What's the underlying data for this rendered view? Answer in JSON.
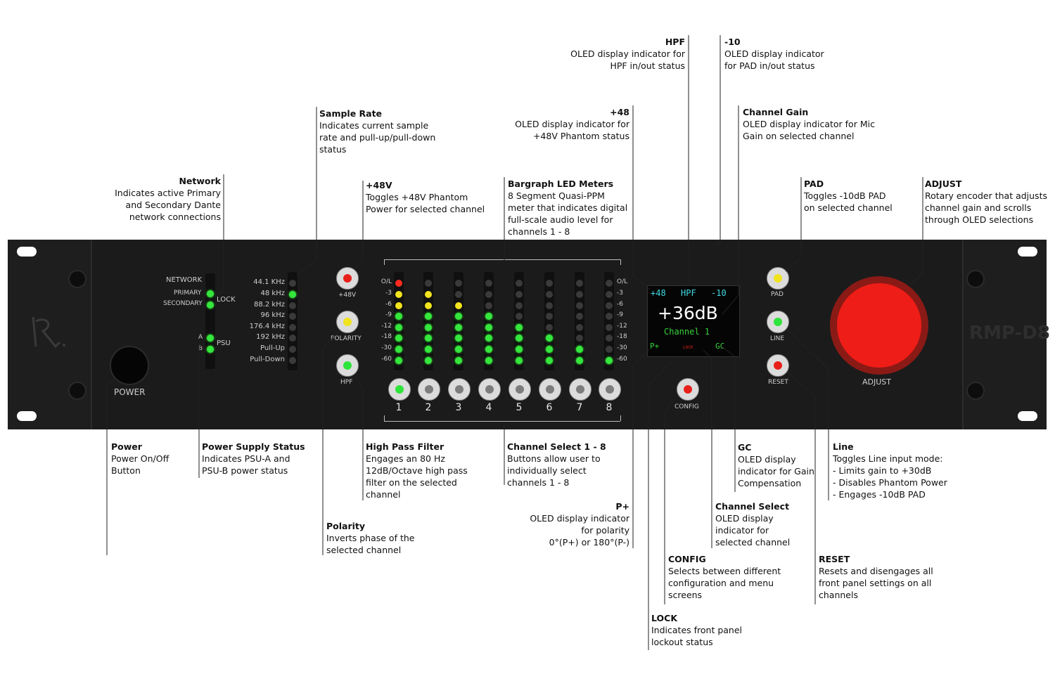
{
  "callouts": {
    "network": {
      "title": "Network",
      "lines": [
        "Indicates active Primary",
        "and Secondary Dante",
        "network connections"
      ]
    },
    "sample_rate": {
      "title": "Sample Rate",
      "lines": [
        "Indicates current sample",
        "rate and pull-up/pull-down",
        "status"
      ]
    },
    "p48v": {
      "title": "+48V",
      "lines": [
        "Toggles +48V Phantom",
        "Power for selected channel"
      ]
    },
    "bargraph": {
      "title": "Bargraph LED Meters",
      "lines": [
        "8 Segment Quasi-PPM",
        "meter that indicates digital",
        "full-scale audio level for",
        "channels 1 - 8"
      ]
    },
    "oled48": {
      "title": "+48",
      "lines": [
        "OLED display indicator for",
        "+48V Phantom status"
      ]
    },
    "hpf_top": {
      "title": "HPF",
      "lines": [
        "OLED display indicator for",
        "HPF in/out status"
      ]
    },
    "minus10": {
      "title": "-10",
      "lines": [
        "OLED display indicator",
        "for PAD in/out status"
      ]
    },
    "channel_gain": {
      "title": "Channel Gain",
      "lines": [
        "OLED display indicator for Mic",
        "Gain on selected channel"
      ]
    },
    "pad": {
      "title": "PAD",
      "lines": [
        "Toggles -10dB PAD",
        "on selected channel"
      ]
    },
    "adjust": {
      "title": "ADJUST",
      "lines": [
        "Rotary encoder that adjusts",
        "channel gain and scrolls",
        "through OLED selections"
      ]
    },
    "power": {
      "title": "Power",
      "lines": [
        "Power On/Off",
        "Button"
      ]
    },
    "psu": {
      "title": "Power Supply Status",
      "lines": [
        "Indicates PSU-A and",
        "PSU-B power status"
      ]
    },
    "hpf_bottom": {
      "title": "High Pass Filter",
      "lines": [
        "Engages an 80 Hz",
        "12dB/Octave high pass",
        "filter on the selected",
        "channel"
      ]
    },
    "chsel18": {
      "title": "Channel Select 1 - 8",
      "lines": [
        "Buttons allow user to",
        "individually select",
        "channels 1 - 8"
      ]
    },
    "gc": {
      "title": "GC",
      "lines": [
        "OLED display",
        "indicator for Gain",
        "Compensation"
      ]
    },
    "line": {
      "title": "Line",
      "lines": [
        "Toggles Line input mode:",
        "- Limits gain to +30dB",
        "- Disables Phantom Power",
        "- Engages -10dB PAD"
      ]
    },
    "polarity": {
      "title": "Polarity",
      "lines": [
        "Inverts phase of the",
        "selected channel"
      ]
    },
    "pplus": {
      "title": "P+",
      "lines": [
        "OLED display indicator",
        "for polarity",
        "0°(P+) or 180°(P-)"
      ]
    },
    "chsel_oled": {
      "title": "Channel Select",
      "lines": [
        "OLED display",
        "indicator for",
        "selected channel"
      ]
    },
    "config": {
      "title": "CONFIG",
      "lines": [
        "Selects between different",
        "configuration and menu",
        "screens"
      ]
    },
    "reset": {
      "title": "RESET",
      "lines": [
        "Resets and disengages all",
        "front panel settings on all",
        "channels"
      ]
    },
    "lock": {
      "title": "LOCK",
      "lines": [
        "Indicates front panel",
        "lockout status"
      ]
    }
  },
  "panel": {
    "model": "RMP-D8",
    "power_label": "POWER",
    "network_label": "NETWORK",
    "primary_label": "PRIMARY",
    "secondary_label": "SECONDARY",
    "lock_label": "LOCK",
    "psu_label": "PSU",
    "psu_a": "A",
    "psu_b": "B",
    "sample_rates": [
      "44.1 KHz",
      "48 kHz",
      "88.2 kHz",
      "96 kHz",
      "176.4 kHz",
      "192 kHz",
      "Pull-Up",
      "Pull-Down"
    ],
    "sample_rate_active": "48 kHz",
    "btn_48v": "+48V",
    "btn_polarity": "POLARITY",
    "btn_hpf": "HPF",
    "meter_scale": [
      "O/L",
      "-3",
      "-6",
      "-9",
      "-12",
      "-18",
      "-30",
      "-60"
    ],
    "channels": [
      "1",
      "2",
      "3",
      "4",
      "5",
      "6",
      "7",
      "8"
    ],
    "oled": {
      "p48": "+48",
      "hpf": "HPF",
      "m10": "-10",
      "gain": "+36dB",
      "channel": "Channel 1",
      "pplus": "P+",
      "lock": "LOCK",
      "gc": "GC"
    },
    "config_label": "CONFIG",
    "pad_label": "PAD",
    "line_label": "LINE",
    "reset_label": "RESET",
    "adjust_label": "ADJUST"
  },
  "colors": {
    "panel": "#1b1b1b",
    "led_green": "#35e63d",
    "led_yellow": "#f2e41e",
    "led_red": "#ff2a1f",
    "oled_cyan": "#3fd8e0",
    "oled_white": "#ffffff",
    "oled_green": "#36d23a",
    "knob_red": "#ee1d17"
  }
}
